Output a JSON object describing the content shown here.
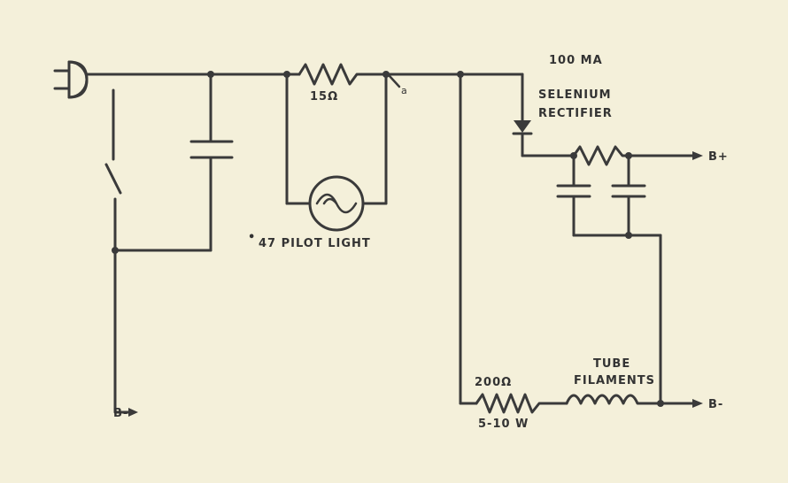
{
  "labels": {
    "r_pilot": "15Ω",
    "node_a": "a",
    "rectifier_line1": "100 MA",
    "rectifier_line2": "SELENIUM",
    "rectifier_line3": "RECTIFIER",
    "b_plus": "B+",
    "b_minus": "B-",
    "b_minus_left": "B-",
    "pilot_bullet": "•",
    "pilot_light": "47 PILOT LIGHT",
    "r_fil": "200Ω",
    "r_fil_watt": "5-10 W",
    "tube_line1": "TUBE",
    "tube_line2": "FILAMENTS"
  },
  "colors": {
    "paper": "#f4f0da",
    "ink": "#3a3a3a"
  }
}
